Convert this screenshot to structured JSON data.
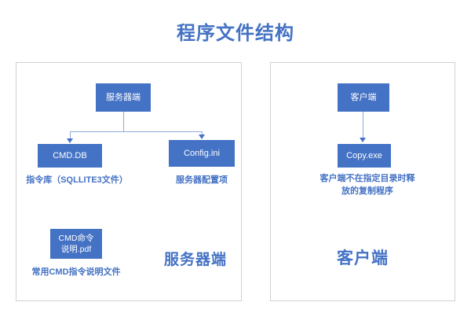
{
  "title": "程序文件结构",
  "theme": {
    "node_fill": "#4472c4",
    "node_text": "#ffffff",
    "accent_text": "#4472c4",
    "connector": "#8faadc",
    "panel_border": "#d2d2d2",
    "background": "#ffffff"
  },
  "panels": [
    {
      "id": "server",
      "footer_label": "服务器端",
      "root": {
        "label": "服务器端"
      },
      "nodes": [
        {
          "id": "cmddb",
          "label": "CMD.DB",
          "caption": "指令库（SQLLITE3文件）"
        },
        {
          "id": "configini",
          "label": "Config.ini",
          "caption": "服务器配置项"
        },
        {
          "id": "pdf",
          "label": "CMD命令\n说明.pdf",
          "label_line1": "CMD命令",
          "label_line2": "说明.pdf",
          "caption": "常用CMD指令说明文件"
        }
      ]
    },
    {
      "id": "client",
      "footer_label": "客户端",
      "root": {
        "label": "客户端"
      },
      "nodes": [
        {
          "id": "copyexe",
          "label": "Copy.exe",
          "caption_line1": "客户端不在指定目录时释",
          "caption_line2": "放的复制程序",
          "caption": "客户端不在指定目录时释放的复制程序"
        }
      ]
    }
  ]
}
